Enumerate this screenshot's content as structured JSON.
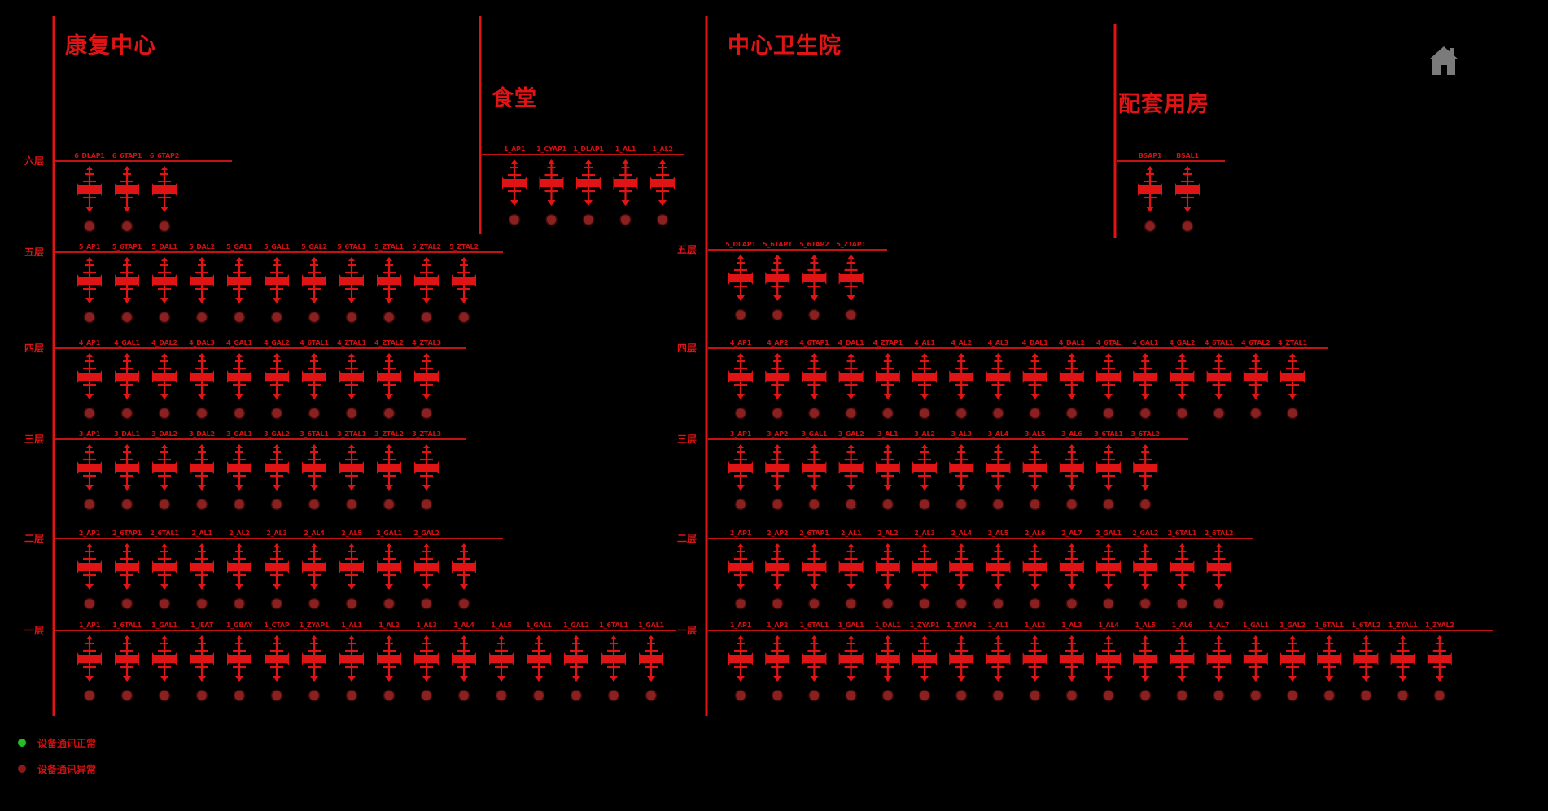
{
  "legend": {
    "normal_label": "设备通讯正常",
    "abnormal_label": "设备通讯异常",
    "normal_color": "#22c022",
    "abnormal_color": "#8a1a1a"
  },
  "home_icon": "home-icon",
  "buildings": [
    {
      "id": "rehab",
      "title": "康复中心",
      "floors": [
        {
          "label": "六层",
          "devices": [
            "6_DLAP1",
            "6_6TAP1",
            "6_6TAP2"
          ]
        },
        {
          "label": "五层",
          "devices": [
            "5_AP1",
            "5_6TAP1",
            "5_DAL1",
            "5_DAL2",
            "5_GAL1",
            "5_GAL1",
            "5_GAL2",
            "5_6TAL1",
            "5_ZTAL1",
            "5_ZTAL2",
            "5_ZTAL2"
          ]
        },
        {
          "label": "四层",
          "devices": [
            "4_AP1",
            "4_GAL1",
            "4_DAL2",
            "4_DAL3",
            "4_GAL1",
            "4_GAL2",
            "4_6TAL1",
            "4_ZTAL1",
            "4_ZTAL2",
            "4_ZTAL3"
          ]
        },
        {
          "label": "三层",
          "devices": [
            "3_AP1",
            "3_DAL1",
            "3_DAL2",
            "3_DAL2",
            "3_GAL1",
            "3_GAL2",
            "3_6TAL1",
            "3_ZTAL1",
            "3_ZTAL2",
            "3_ZTAL3"
          ]
        },
        {
          "label": "二层",
          "devices": [
            "2_AP1",
            "2_6TAP1",
            "2_6TAL1",
            "2_AL1",
            "2_AL2",
            "2_AL3",
            "2_AL4",
            "2_AL5",
            "2_GAL1",
            "2_GAL2",
            ""
          ]
        },
        {
          "label": "一层",
          "devices": [
            "1_AP1",
            "1_6TAL1",
            "1_GAL1",
            "1_JEAT",
            "1_GBAY",
            "1_CTAP",
            "1_ZYAP1",
            "1_AL1",
            "1_AL2",
            "1_AL3",
            "1_AL4",
            "1_AL5",
            "1_GAL1",
            "1_GAL2",
            "1_6TAL1",
            "1_GAL1"
          ]
        }
      ]
    },
    {
      "id": "canteen",
      "title": "食堂",
      "floors": [
        {
          "label": "",
          "devices": [
            "1_AP1",
            "1_CYAP1",
            "1_DLAP1",
            "1_AL1",
            "1_AL2"
          ]
        }
      ]
    },
    {
      "id": "health",
      "title": "中心卫生院",
      "floors": [
        {
          "label": "五层",
          "devices": [
            "5_DLAP1",
            "5_6TAP1",
            "5_6TAP2",
            "5_ZTAP1"
          ]
        },
        {
          "label": "四层",
          "devices": [
            "4_AP1",
            "4_AP2",
            "4_6TAP1",
            "4_DAL1",
            "4_ZTAP1",
            "4_AL1",
            "4_AL2",
            "4_AL3",
            "4_DAL1",
            "4_DAL2",
            "4_6TAL",
            "4_GAL1",
            "4_GAL2",
            "4_6TAL1",
            "4_6TAL2",
            "4_ZTAL1"
          ]
        },
        {
          "label": "三层",
          "devices": [
            "3_AP1",
            "3_AP2",
            "3_GAL1",
            "3_GAL2",
            "3_AL1",
            "3_AL2",
            "3_AL3",
            "3_AL4",
            "3_AL5",
            "3_AL6",
            "3_6TAL1",
            "3_6TAL2"
          ]
        },
        {
          "label": "二层",
          "devices": [
            "2_AP1",
            "2_AP2",
            "2_6TAP1",
            "2_AL1",
            "2_AL2",
            "2_AL3",
            "2_AL4",
            "2_AL5",
            "2_AL6",
            "2_AL7",
            "2_GAL1",
            "2_GAL2",
            "2_6TAL1",
            "2_6TAL2"
          ]
        },
        {
          "label": "一层",
          "devices": [
            "1_AP1",
            "1_AP2",
            "1_6TAL1",
            "1_GAL1",
            "1_DAL1",
            "1_ZYAP1",
            "1_ZYAP2",
            "1_AL1",
            "1_AL2",
            "1_AL3",
            "1_AL4",
            "1_AL5",
            "1_AL6",
            "1_AL7",
            "1_GAL1",
            "1_GAL2",
            "1_6TAL1",
            "1_6TAL2",
            "1_ZYAL1",
            "1_ZYAL2"
          ]
        }
      ]
    },
    {
      "id": "support",
      "title": "配套用房",
      "floors": [
        {
          "label": "",
          "devices": [
            "BSAP1",
            "BSAL1"
          ]
        }
      ]
    }
  ]
}
